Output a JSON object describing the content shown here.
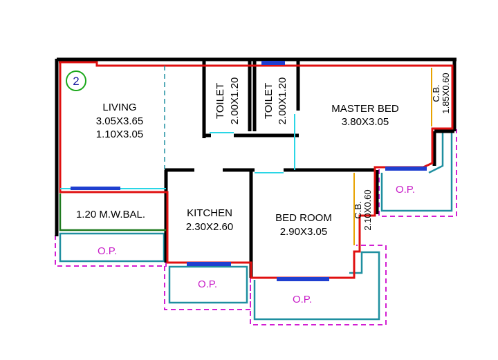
{
  "plan": {
    "unit_number": "2",
    "living": {
      "name": "LIVING",
      "dim1": "3.05X3.65",
      "dim2": "1.10X3.05"
    },
    "toilet1": {
      "name": "TOILET",
      "dim": "2.00X1.20"
    },
    "toilet2": {
      "name": "TOILET",
      "dim": "2.00X1.20"
    },
    "master_bed": {
      "name": "MASTER BED",
      "dim": "3.80X3.05"
    },
    "cb1": {
      "name": "C.B.",
      "dim": "1.85X0.60"
    },
    "kitchen": {
      "name": "KITCHEN",
      "dim": "2.30X2.60"
    },
    "bed_room": {
      "name": "BED ROOM",
      "dim": "2.90X3.05"
    },
    "cb2": {
      "name": "C.B.",
      "dim": "2.10X0.60"
    },
    "balcony": {
      "label": "1.20 M.W.BAL."
    },
    "op_label": "O.P."
  },
  "colors": {
    "outline": "#e01010",
    "wall": "#000000",
    "window": "#1f3fd0",
    "teal": "#1f8fa0",
    "magenta": "#d21ed2",
    "cyan": "#2ad6e6",
    "green": "#1f7a1f",
    "orange": "#e8a200",
    "badge": "#1aa81a"
  }
}
